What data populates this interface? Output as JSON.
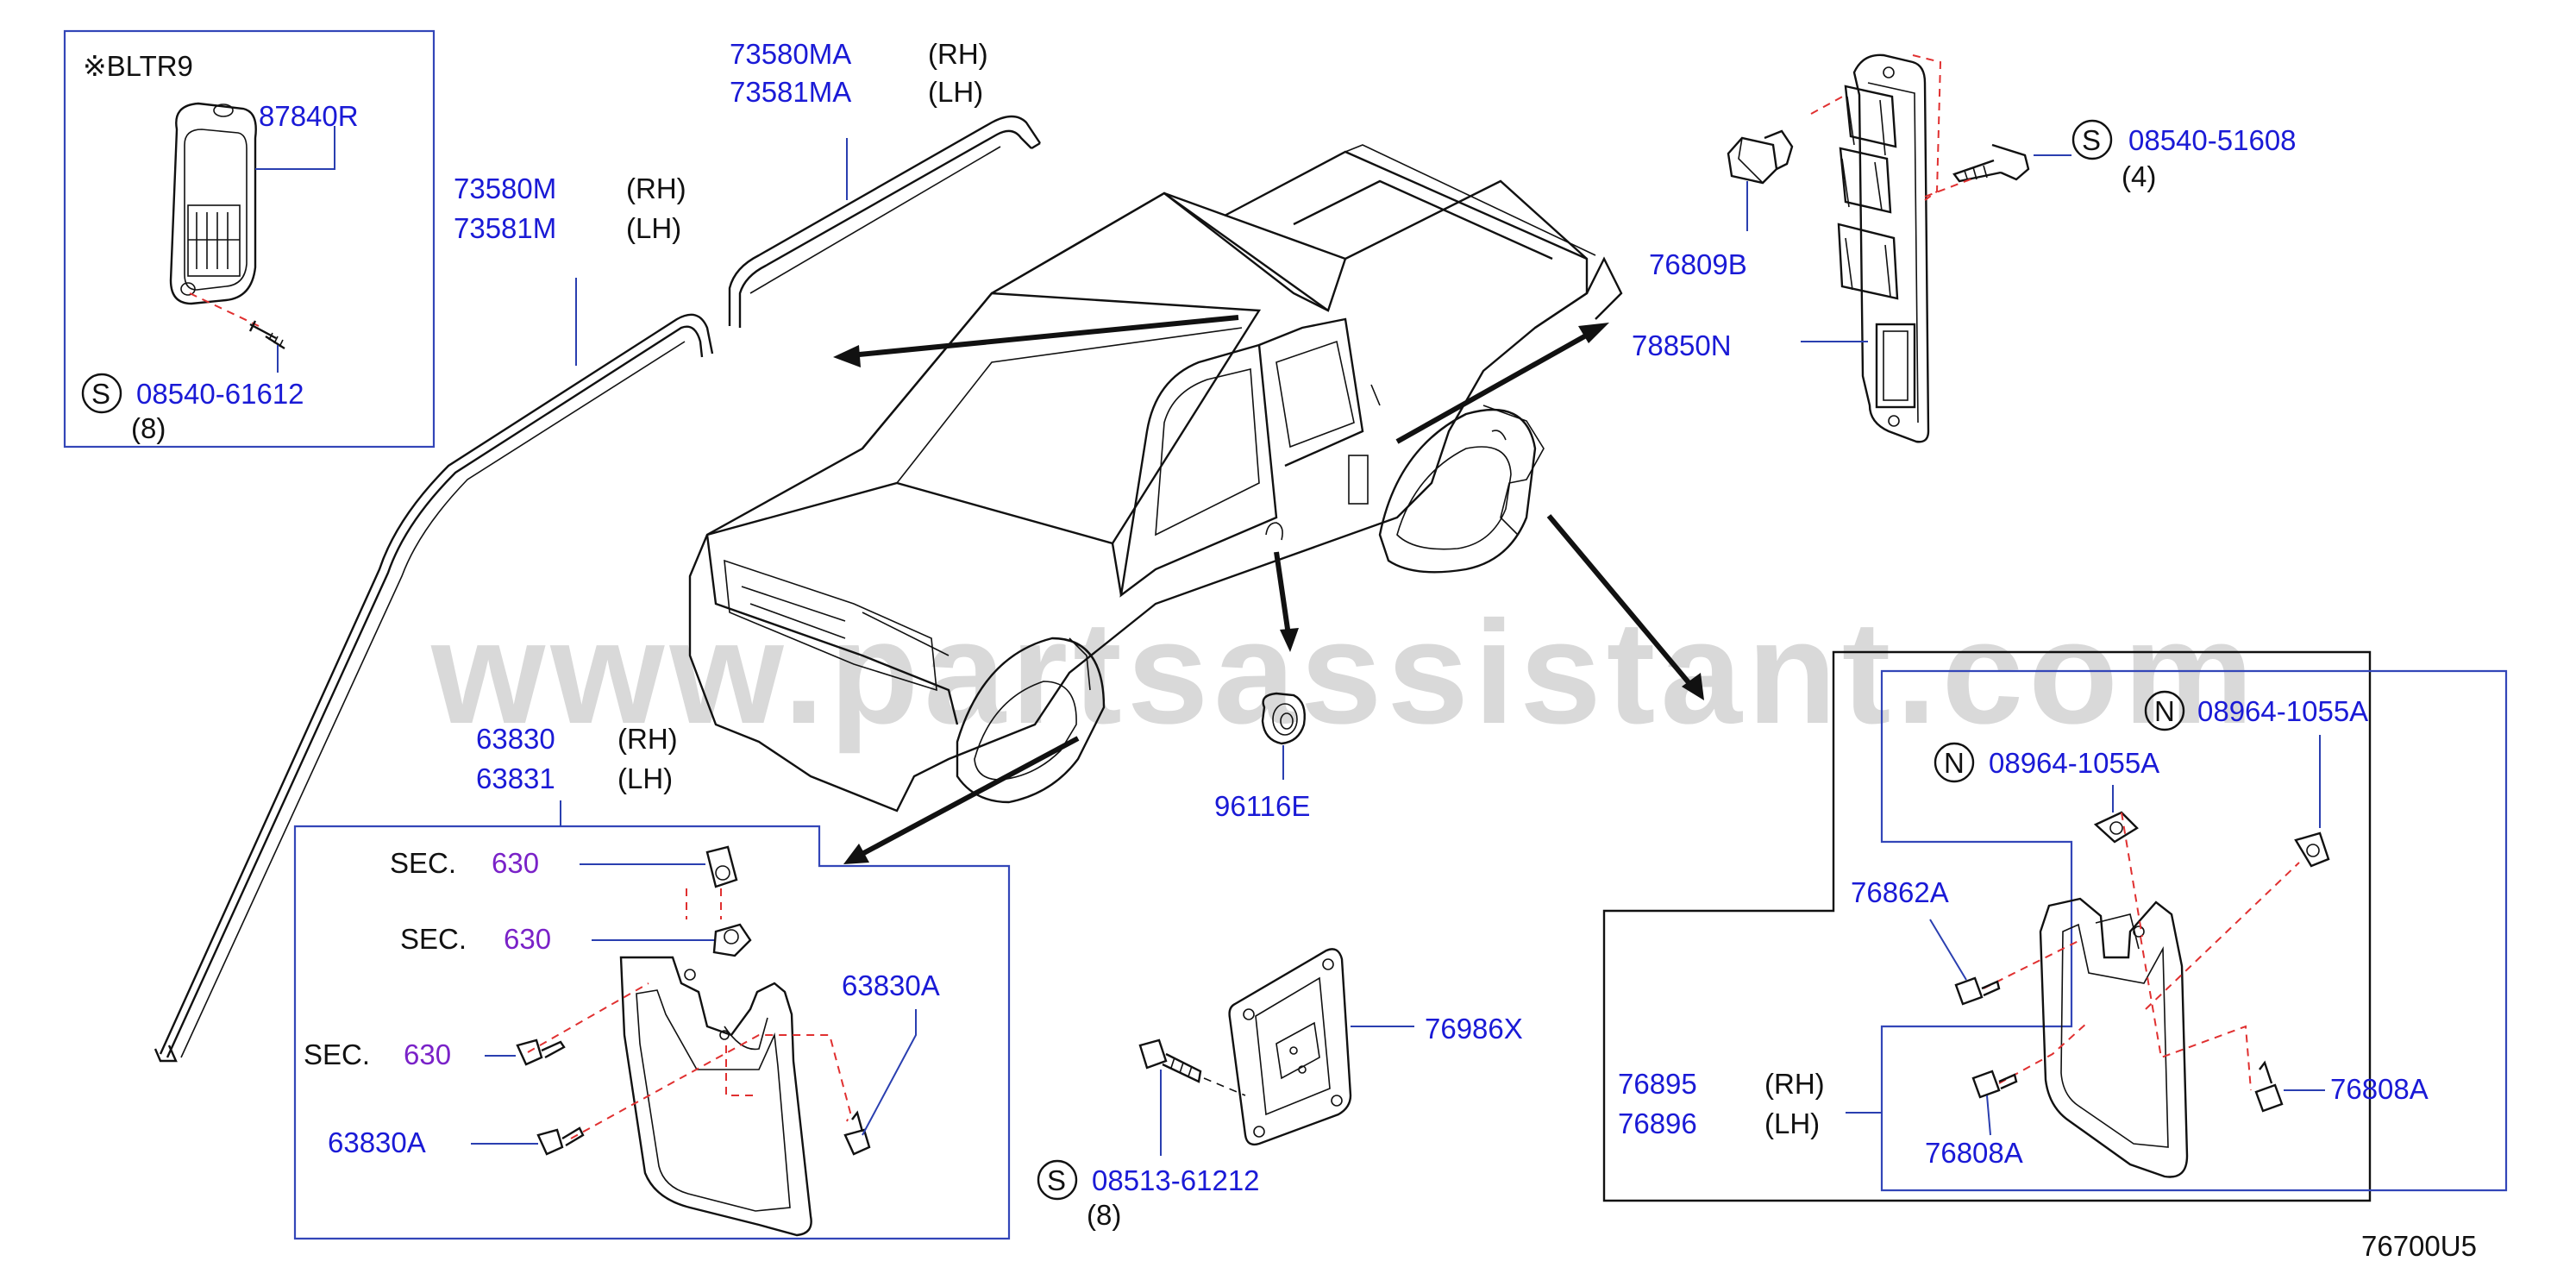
{
  "watermark": "www.partsassistant.com",
  "diagram_id": "76700U5",
  "parts": {
    "p1": "87840R",
    "p2": "08540-61612",
    "p3": "73580M",
    "p4": "73581M",
    "p5": "73580MA",
    "p6": "73581MA",
    "p7": "08540-51608",
    "p8": "76809B",
    "p9": "78850N",
    "p10": "63830",
    "p11": "63831",
    "p12": "63830A",
    "p13": "63830A",
    "p14": "96116E",
    "p15": "76986X",
    "p16": "08513-61212",
    "p17": "08964-1055A",
    "p18": "08964-1055A",
    "p19": "76862A",
    "p20": "76895",
    "p21": "76896",
    "p22": "76808A",
    "p23": "76808A"
  },
  "text": {
    "bltr": "※BLTR9",
    "rh": "(RH)",
    "lh": "(LH)",
    "qty8": "(8)",
    "qty4": "(4)",
    "sec": "SEC.",
    "sec_no": "630",
    "s": "S",
    "n": "N"
  },
  "colors": {
    "part_number": "#1a1ad6",
    "section_ref": "#7a22c8",
    "leader": "#2a3fb0",
    "dashed": "#e03030"
  }
}
